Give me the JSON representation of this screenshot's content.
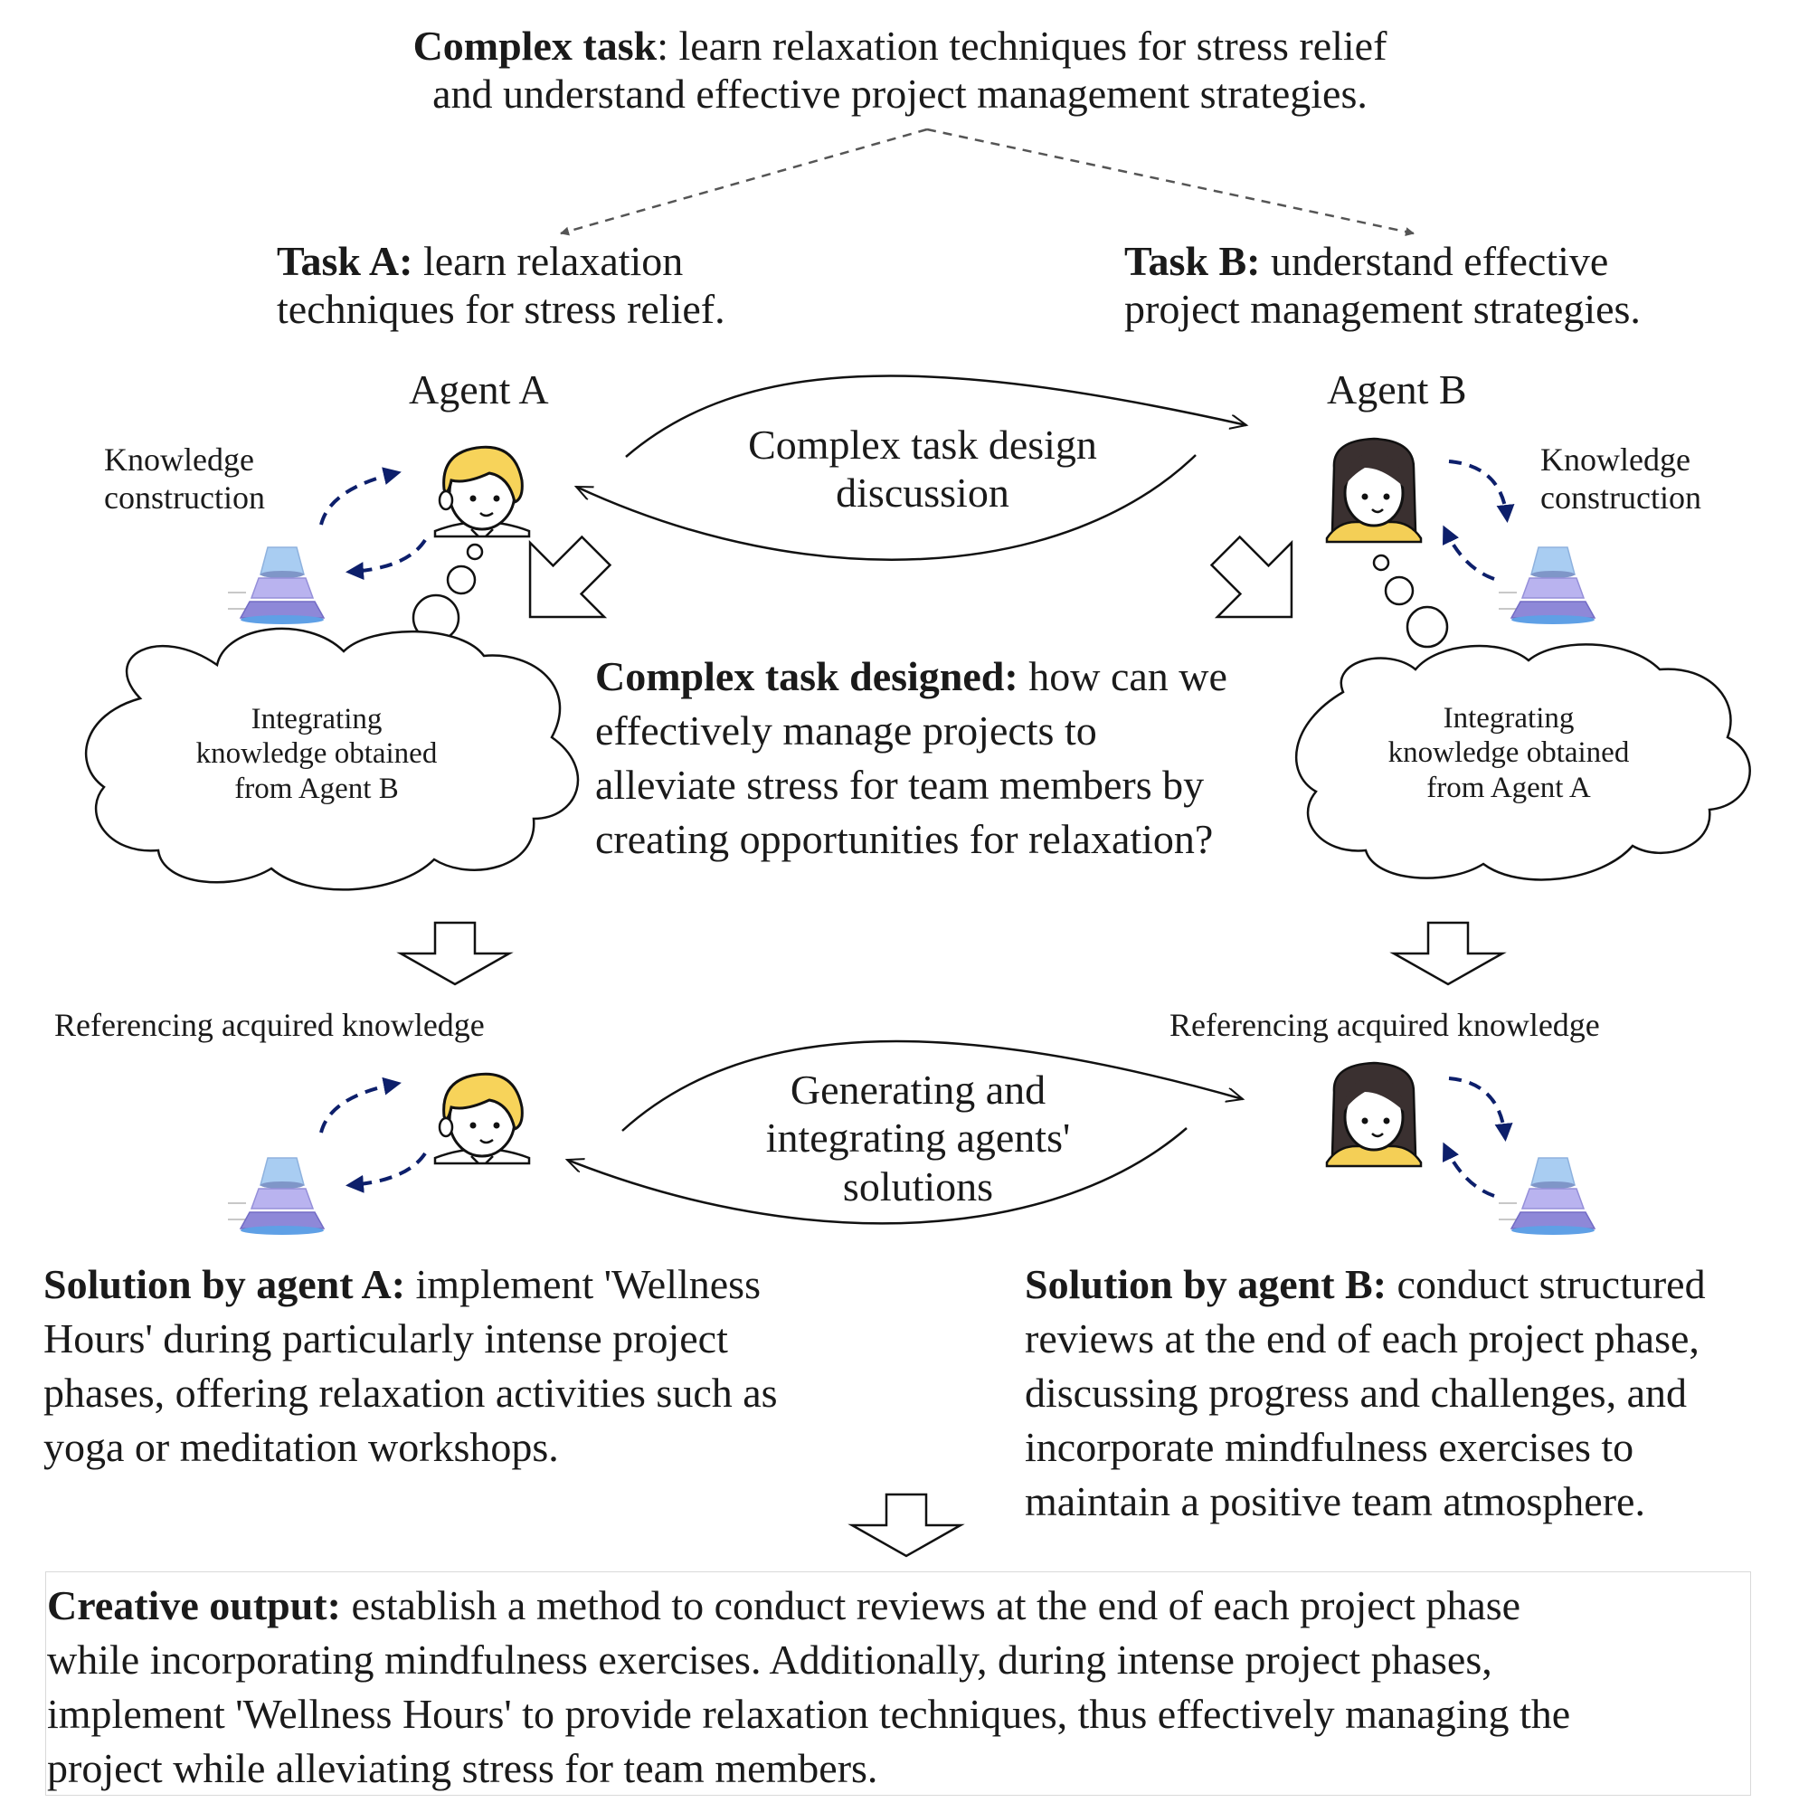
{
  "complex_task": {
    "label": "Complex task",
    "line1": ": learn relaxation techniques for stress relief",
    "line2": "and understand effective project management strategies."
  },
  "task_a": {
    "label": "Task A:",
    "line1": " learn relaxation",
    "line2": "techniques for stress relief."
  },
  "task_b": {
    "label": "Task B:",
    "line1": " understand effective",
    "line2": "project management strategies."
  },
  "agent_a": {
    "name": "Agent A"
  },
  "agent_b": {
    "name": "Agent B"
  },
  "knowledge_construction": {
    "line1": "Knowledge",
    "line2": "construction"
  },
  "design_discussion": {
    "line1": "Complex task design",
    "line2": "discussion"
  },
  "cloud_a": {
    "line1": "Integrating",
    "line2": "knowledge obtained",
    "line3": "from Agent B"
  },
  "cloud_b": {
    "line1": "Integrating",
    "line2": "knowledge obtained",
    "line3": "from Agent A"
  },
  "complex_task_designed": {
    "label": "Complex task designed:",
    "line1": " how can we",
    "line2": "effectively manage projects to",
    "line3": "alleviate stress for team members by",
    "line4": "creating opportunities for relaxation?"
  },
  "referencing": {
    "label": "Referencing acquired knowledge"
  },
  "generating": {
    "line1": "Generating and",
    "line2": "integrating agents'",
    "line3": "solutions"
  },
  "solution_a": {
    "label": "Solution by agent A:",
    "line1": " implement 'Wellness",
    "line2": "Hours' during particularly intense project",
    "line3": "phases, offering relaxation activities such as",
    "line4": "yoga or meditation workshops."
  },
  "solution_b": {
    "label": "Solution by agent B:",
    "line1": " conduct structured",
    "line2": "reviews at the end of each project phase,",
    "line3": "discussing progress and challenges, and",
    "line4": "incorporate mindfulness exercises to",
    "line5": "maintain a positive team atmosphere."
  },
  "creative_output": {
    "label": "Creative output:",
    "line1": " establish a method to conduct reviews at the end of each project phase",
    "line2": "while incorporating mindfulness exercises. Additionally, during intense project phases,",
    "line3": "implement 'Wellness Hours' to provide relaxation techniques, thus effectively managing the",
    "line4": "project while alleviating stress for team members."
  },
  "colors": {
    "dashed_arrow": "#0d1f6b",
    "knowledge_top": "#9fc6ef",
    "knowledge_bottom": "#8b86d6",
    "boy_hair": "#f7d35a",
    "girl_hair": "#3a3030",
    "girl_shirt": "#f4cf56"
  },
  "icons": [
    "boy-agent-icon",
    "girl-agent-icon",
    "knowledge-stack-icon",
    "thought-cloud-icon"
  ]
}
